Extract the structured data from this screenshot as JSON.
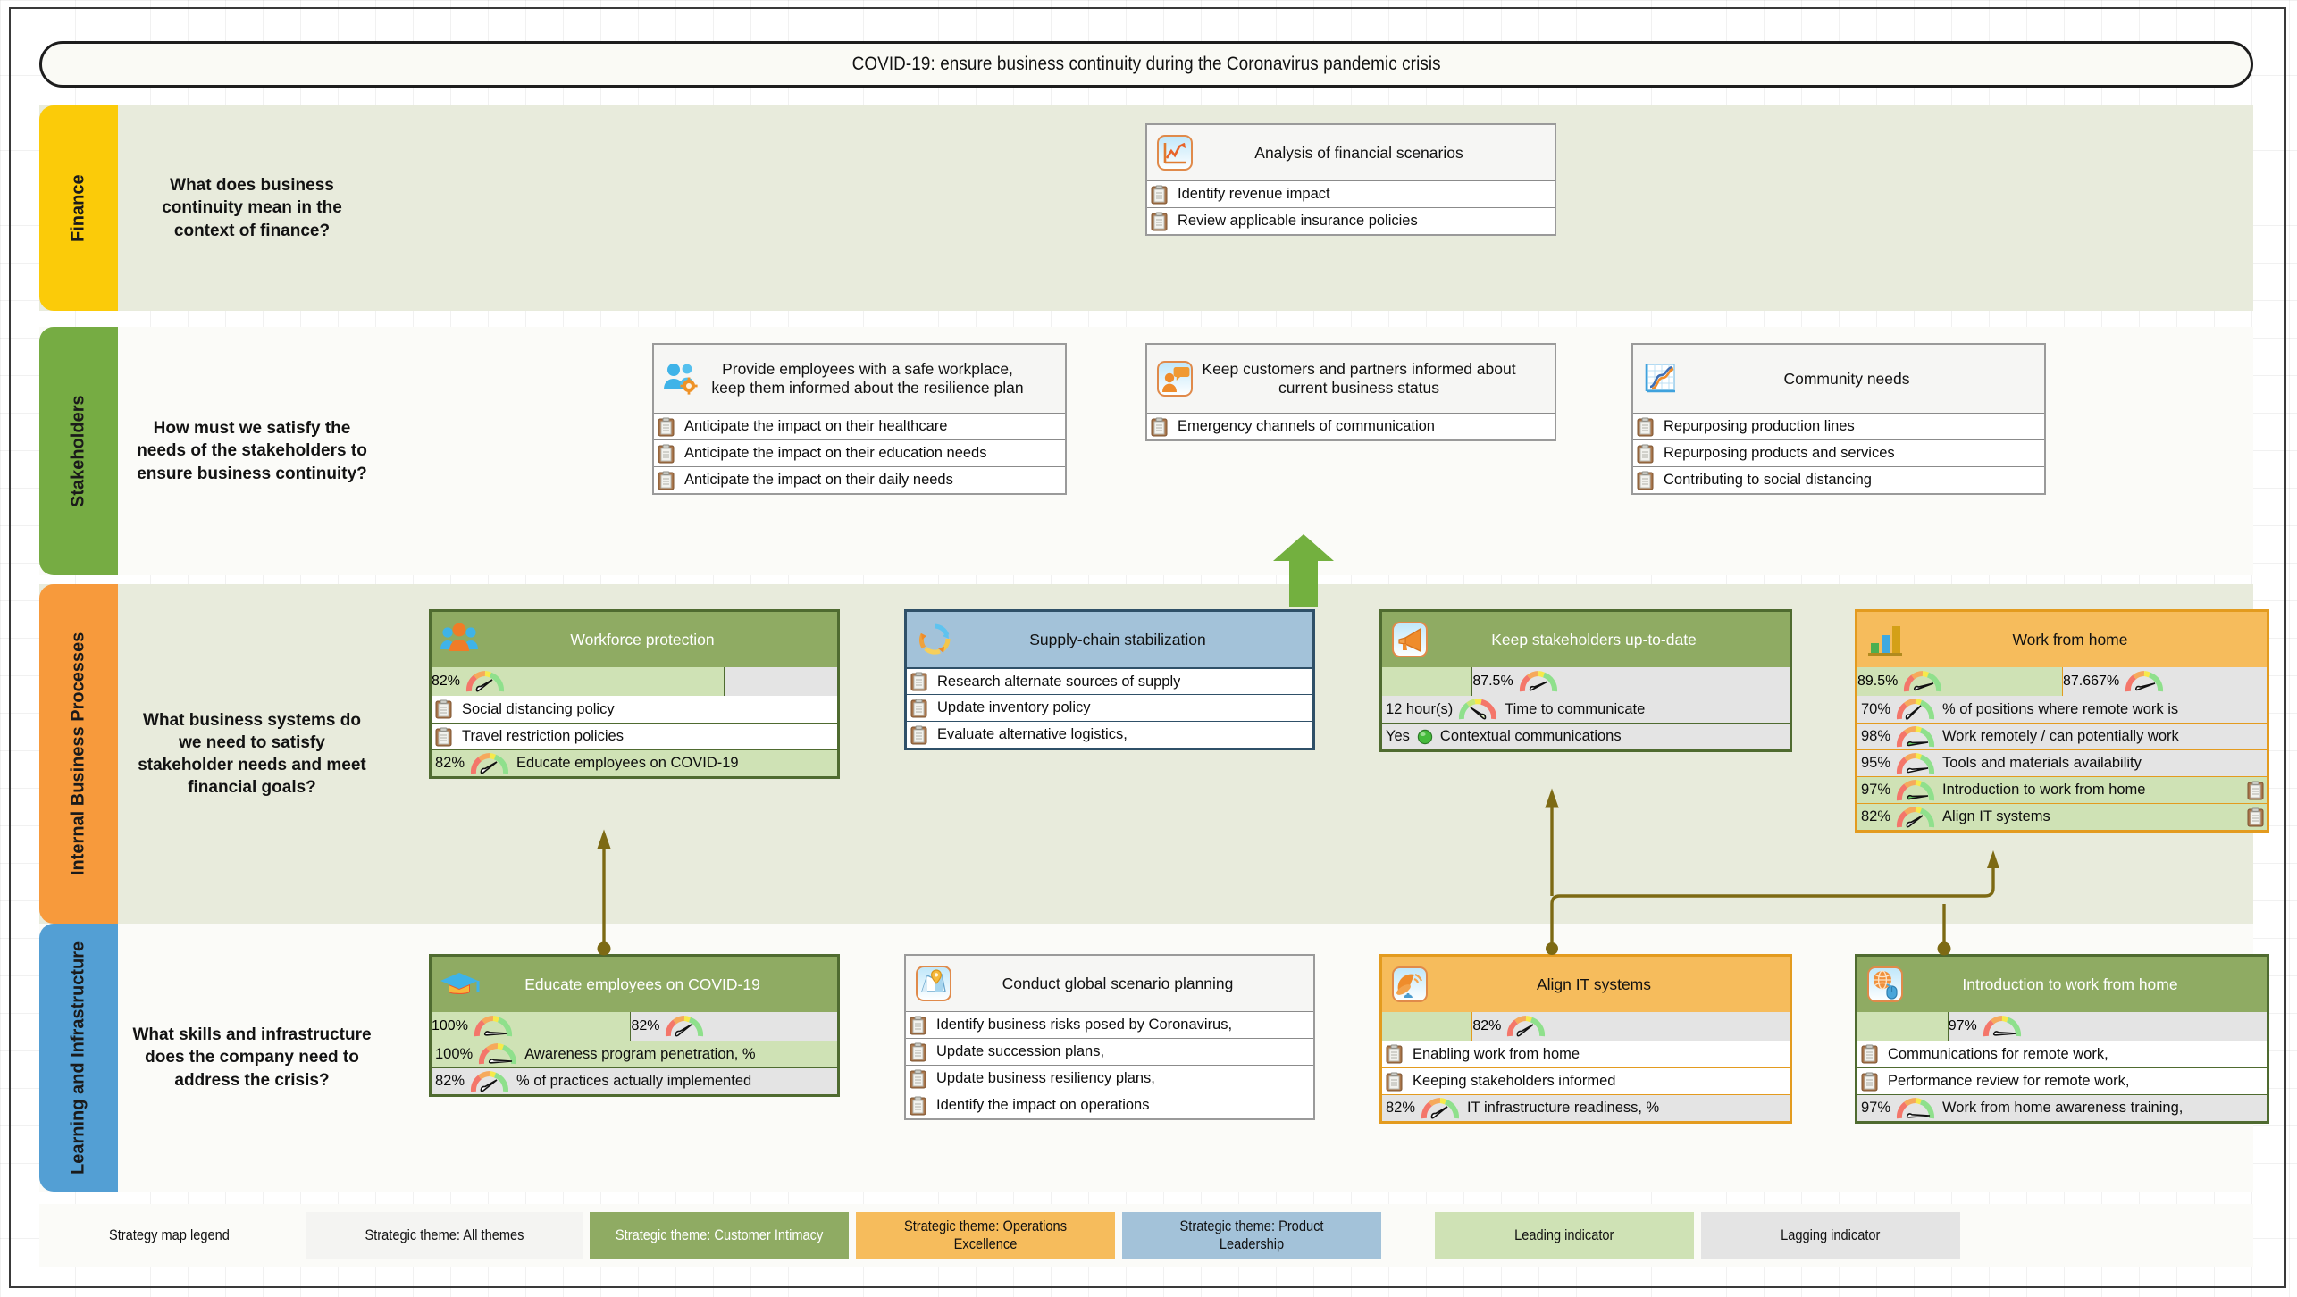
{
  "title": "COVID-19: ensure business continuity during the Coronavirus pandemic crisis",
  "colors": {
    "finance_band": "#fbcb09",
    "stakeholders_band": "#76ac43",
    "internal_band": "#f79a3c",
    "learning_band": "#539fd4",
    "row_shade": "#e8ebdc",
    "row_light": "#fbfbf8",
    "theme_customer_intimacy": "#8fab63",
    "theme_operations_excellence": "#f6bc5c",
    "theme_product_leadership": "#a3c2d9",
    "leading_indicator": "#cfe2b5",
    "lagging_indicator": "#e4e4e4",
    "connector": "#7d6a14"
  },
  "perspectives": [
    {
      "name": "Finance",
      "question": "What does business continuity mean in the context of finance?"
    },
    {
      "name": "Stakeholders",
      "question": "How must we satisfy the needs of the stakeholders to ensure business continuity?"
    },
    {
      "name": "Internal Business Processes",
      "question": "What business systems do we need to satisfy stakeholder needs and meet financial goals?"
    },
    {
      "name": "Learning and Infrastructure",
      "question": "What skills and infrastructure does the company need to address the crisis?"
    }
  ],
  "cards": {
    "financial_scenarios": {
      "title": "Analysis of financial scenarios",
      "icon": "line-chart-icon",
      "items": [
        {
          "label": "Identify revenue impact",
          "icon": "clipboard-icon"
        },
        {
          "label": "Review applicable insurance policies",
          "icon": "clipboard-icon"
        }
      ]
    },
    "safe_workplace": {
      "title": "Provide employees with a safe workplace, keep them informed about the resilience plan",
      "icon": "people-gear-icon",
      "items": [
        {
          "label": "Anticipate the impact on their healthcare",
          "icon": "clipboard-icon"
        },
        {
          "label": "Anticipate the impact on their education needs",
          "icon": "clipboard-icon"
        },
        {
          "label": "Anticipate the impact on their daily needs",
          "icon": "clipboard-icon"
        }
      ]
    },
    "keep_customers_informed": {
      "title": "Keep customers and partners informed about current business status",
      "icon": "person-speech-icon",
      "items": [
        {
          "label": "Emergency channels of communication",
          "icon": "clipboard-icon"
        }
      ]
    },
    "community_needs": {
      "title": "Community needs",
      "icon": "growth-chart-icon",
      "items": [
        {
          "label": "Repurposing production lines",
          "icon": "clipboard-icon"
        },
        {
          "label": "Repurposing products and services",
          "icon": "clipboard-icon"
        },
        {
          "label": "Contributing to social distancing",
          "icon": "clipboard-icon"
        }
      ]
    },
    "workforce_protection": {
      "title": "Workforce protection",
      "icon": "people-group-icon",
      "theme": "Customer Intimacy",
      "summary": [
        {
          "value": "82%",
          "kind": "leading",
          "gauge": 82
        },
        {
          "value": "",
          "kind": "lagging",
          "gauge": null
        }
      ],
      "items": [
        {
          "label": "Social distancing policy",
          "icon": "clipboard-icon",
          "kind": "white"
        },
        {
          "label": "Travel restriction policies",
          "icon": "clipboard-icon",
          "kind": "white"
        },
        {
          "label": "Educate employees on COVID-19",
          "value": "82%",
          "gauge": 82,
          "kind": "leading"
        }
      ]
    },
    "supply_chain": {
      "title": "Supply-chain stabilization",
      "icon": "refresh-cycle-icon",
      "theme": "Product Leadership",
      "items": [
        {
          "label": "Research alternate sources of supply",
          "icon": "clipboard-icon",
          "kind": "white"
        },
        {
          "label": "Update inventory policy",
          "icon": "clipboard-icon",
          "kind": "white"
        },
        {
          "label": "Evaluate alternative logistics,",
          "icon": "clipboard-icon",
          "kind": "white"
        }
      ]
    },
    "keep_stakeholders": {
      "title": "Keep stakeholders up-to-date",
      "icon": "megaphone-icon",
      "theme": "Customer Intimacy",
      "summary": [
        {
          "value": "",
          "kind": "leading",
          "gauge": null
        },
        {
          "value": "87.5%",
          "kind": "lagging",
          "gauge": 87.5
        }
      ],
      "items": [
        {
          "label": "Time to communicate",
          "value": "12 hour(s)",
          "gauge": 25,
          "gauge_reversed": true,
          "kind": "lagging"
        },
        {
          "label": "Contextual communications",
          "value": "Yes",
          "indicator": "green-dot",
          "kind": "lagging"
        }
      ]
    },
    "work_from_home": {
      "title": "Work from home",
      "icon": "bar-chart-icon",
      "theme": "Operations Excellence",
      "summary": [
        {
          "value": "89.5%",
          "kind": "leading",
          "gauge": 89.5
        },
        {
          "value": "87.667%",
          "kind": "lagging",
          "gauge": 87.667
        }
      ],
      "items": [
        {
          "label": "% of positions where remote work is",
          "value": "70%",
          "gauge": 70,
          "kind": "lagging"
        },
        {
          "label": "Work remotely / can potentially work",
          "value": "98%",
          "gauge": 98,
          "kind": "lagging"
        },
        {
          "label": "Tools and materials availability",
          "value": "95%",
          "gauge": 95,
          "kind": "lagging"
        },
        {
          "label": "Introduction to work from home",
          "value": "97%",
          "gauge": 97,
          "kind": "leading",
          "icon_right": "clipboard-icon"
        },
        {
          "label": "Align IT systems",
          "value": "82%",
          "gauge": 82,
          "kind": "leading",
          "icon_right": "clipboard-icon"
        }
      ]
    },
    "educate_employees": {
      "title": "Educate employees on COVID-19",
      "icon": "graduation-cap-icon",
      "theme": "Customer Intimacy",
      "summary": [
        {
          "value": "100%",
          "kind": "leading",
          "gauge": 100
        },
        {
          "value": "82%",
          "kind": "lagging",
          "gauge": 82
        }
      ],
      "items": [
        {
          "label": "Awareness program penetration, %",
          "value": "100%",
          "gauge": 100,
          "kind": "leading"
        },
        {
          "label": "% of practices actually implemented",
          "value": "82%",
          "gauge": 82,
          "kind": "lagging"
        }
      ]
    },
    "scenario_planning": {
      "title": "Conduct global scenario planning",
      "icon": "map-pin-icon",
      "items": [
        {
          "label": "Identify business risks posed by Coronavirus,",
          "icon": "clipboard-icon"
        },
        {
          "label": "Update succession plans,",
          "icon": "clipboard-icon"
        },
        {
          "label": "Update business resiliency plans,",
          "icon": "clipboard-icon"
        },
        {
          "label": "Identify the impact on operations",
          "icon": "clipboard-icon"
        }
      ]
    },
    "align_it": {
      "title": "Align IT systems",
      "icon": "satellite-dish-icon",
      "theme": "Operations Excellence",
      "summary": [
        {
          "value": "",
          "kind": "leading",
          "gauge": null
        },
        {
          "value": "82%",
          "kind": "lagging",
          "gauge": 82
        }
      ],
      "items": [
        {
          "label": "Enabling work from home",
          "icon": "clipboard-icon",
          "kind": "white"
        },
        {
          "label": "Keeping stakeholders informed",
          "icon": "clipboard-icon",
          "kind": "white"
        },
        {
          "label": "IT infrastructure readiness, %",
          "value": "82%",
          "gauge": 82,
          "kind": "lagging"
        }
      ]
    },
    "intro_wfh": {
      "title": "Introduction to work from home",
      "icon": "globe-mouse-icon",
      "theme": "Customer Intimacy",
      "summary": [
        {
          "value": "",
          "kind": "leading",
          "gauge": null
        },
        {
          "value": "97%",
          "kind": "lagging",
          "gauge": 97
        }
      ],
      "items": [
        {
          "label": "Communications for remote work,",
          "icon": "clipboard-icon",
          "kind": "white"
        },
        {
          "label": "Performance review for remote work,",
          "icon": "clipboard-icon",
          "kind": "white"
        },
        {
          "label": "Work from home awareness training,",
          "value": "97%",
          "gauge": 97,
          "kind": "lagging"
        }
      ]
    }
  },
  "legend": {
    "title": "Strategy map legend",
    "entries": [
      {
        "label": "Strategic theme: All themes"
      },
      {
        "label": "Strategic theme: Customer Intimacy"
      },
      {
        "label": "Strategic theme: Operations Excellence"
      },
      {
        "label": "Strategic theme: Product Leadership"
      },
      {
        "label": "Leading indicator"
      },
      {
        "label": "Lagging indicator"
      }
    ]
  }
}
